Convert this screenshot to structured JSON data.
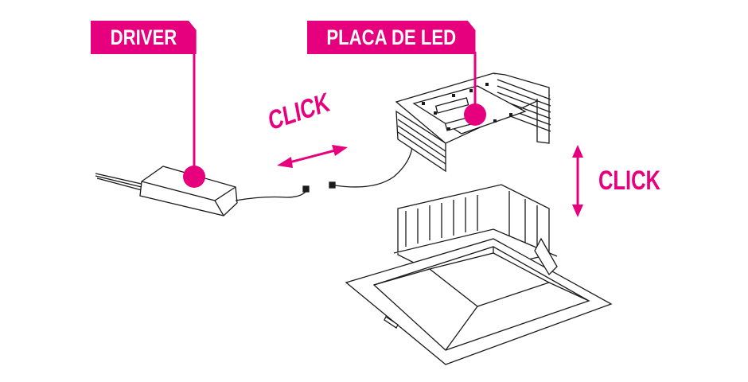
{
  "labels": {
    "driver": "DRIVER",
    "led_plate": "PLACA DE LED"
  },
  "actions": {
    "click_horizontal": "CLICK",
    "click_vertical": "CLICK"
  },
  "colors": {
    "accent": "#e6007e",
    "line": "#1a1a1a"
  }
}
